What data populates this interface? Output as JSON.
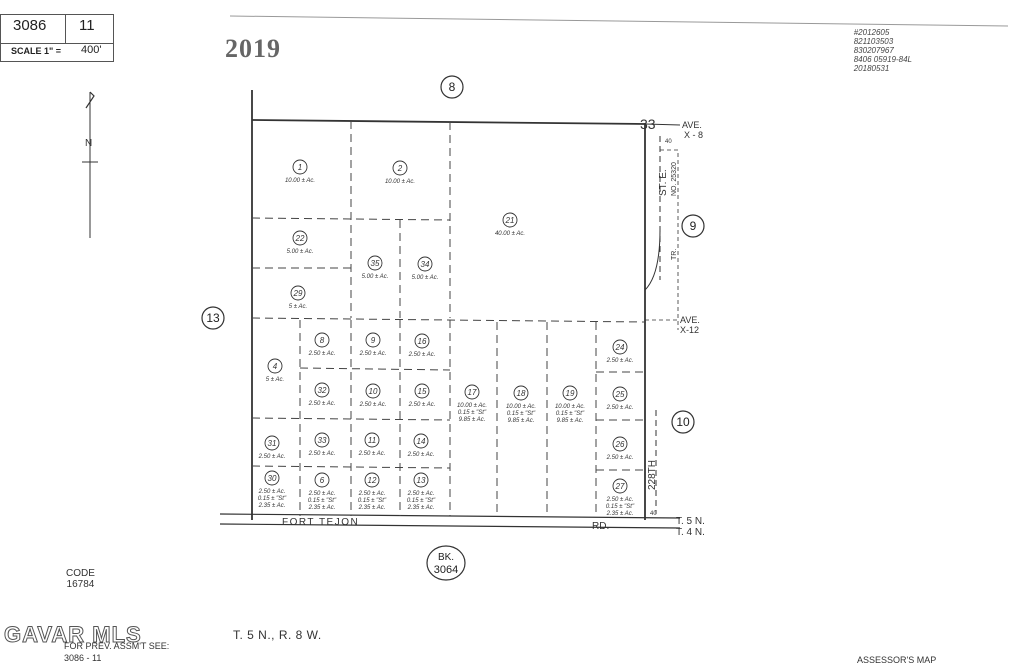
{
  "header": {
    "book_number": "3086",
    "sheet_number": "11",
    "scale_label": "SCALE 1\" =",
    "scale_value": "400'"
  },
  "year": "2019",
  "reference_numbers": [
    "#2012605",
    "821103503",
    "830207967",
    "8406 05919-84L",
    "20180531"
  ],
  "adjacent_sheets": {
    "north": "8",
    "east_upper": "9",
    "east_lower": "10",
    "west": "13",
    "south_book_label": "BK.",
    "south_book_number": "3064"
  },
  "roads": {
    "avenue_x8_line1": "AVE.",
    "avenue_x8_line2": "X - 8",
    "avenue_x12_line1": "AVE.",
    "avenue_x12_line2": "X-12",
    "st_e": "ST. E.",
    "tract_no": "NO. 25320",
    "tract_tr": "TR.",
    "street_228th": "228TH",
    "fort_tejon": "FORT  TEJON",
    "fort_tejon_rd": "RD.",
    "width_40_top": "40",
    "width_40_bottom": "40",
    "section_33": "33"
  },
  "township_labels": {
    "t5n": "T. 5 N.",
    "t4n": "T. 4 N."
  },
  "parcels": [
    {
      "id": "1",
      "area": "10.00 ± Ac."
    },
    {
      "id": "2",
      "area": "10.00 ± Ac."
    },
    {
      "id": "21",
      "area": "40.00 ± Ac."
    },
    {
      "id": "22",
      "area": "5.00 ± Ac."
    },
    {
      "id": "35",
      "area": "5.00 ± Ac."
    },
    {
      "id": "34",
      "area": "5.00 ± Ac."
    },
    {
      "id": "29",
      "area": "5 ± Ac."
    },
    {
      "id": "4",
      "area": "5 ± Ac."
    },
    {
      "id": "8",
      "area": "2.50 ± Ac."
    },
    {
      "id": "9",
      "area": "2.50 ± Ac."
    },
    {
      "id": "16",
      "area": "2.50 ± Ac."
    },
    {
      "id": "24",
      "area": "2.50 ± Ac."
    },
    {
      "id": "32",
      "area": "2.50 ± Ac."
    },
    {
      "id": "10",
      "area": "2.50 ± Ac."
    },
    {
      "id": "15",
      "area": "2.50 ± Ac."
    },
    {
      "id": "25",
      "area": "2.50 ± Ac."
    },
    {
      "id": "17",
      "area": "10.00 ± Ac.",
      "note": "0.15 ± \"St\"",
      "net": "9.85 ± Ac."
    },
    {
      "id": "18",
      "area": "10.00 ± Ac.",
      "note": "0.15 ± \"St\"",
      "net": "9.85 ± Ac."
    },
    {
      "id": "19",
      "area": "10.00 ± Ac.",
      "note": "0.15 ± \"St\"",
      "net": "9.85 ± Ac."
    },
    {
      "id": "31",
      "area": "2.50 ± Ac."
    },
    {
      "id": "33",
      "area": "2.50 ± Ac."
    },
    {
      "id": "11",
      "area": "2.50 ± Ac."
    },
    {
      "id": "14",
      "area": "2.50 ± Ac."
    },
    {
      "id": "26",
      "area": "2.50 ± Ac."
    },
    {
      "id": "30",
      "area": "2.50 ± Ac.",
      "note": "0.15 ± \"St\"",
      "net": "2.35 ± Ac."
    },
    {
      "id": "6",
      "area": "2.50 ± Ac.",
      "note": "0.15 ± \"St\"",
      "net": "2.35 ± Ac."
    },
    {
      "id": "12",
      "area": "2.50 ± Ac.",
      "note": "0.15 ± \"St\"",
      "net": "2.35 ± Ac."
    },
    {
      "id": "13",
      "area": "2.50 ± Ac.",
      "note": "0.15 ± \"St\"",
      "net": "2.35 ± Ac."
    },
    {
      "id": "27",
      "area": "2.50 ± Ac.",
      "note": "0.15 ± \"St\"",
      "net": "2.35 ± Ac."
    }
  ],
  "footer": {
    "code_label": "CODE",
    "code_value": "16784",
    "prev_assmt": "FOR PREV. ASSM'T SEE:",
    "prev_ref": "3086 - 11",
    "township_range": "T. 5 N., R. 8 W.",
    "assessor_map": "ASSESSOR'S MAP",
    "watermark": "GAVAR MLS"
  },
  "north_arrow_label": "N"
}
